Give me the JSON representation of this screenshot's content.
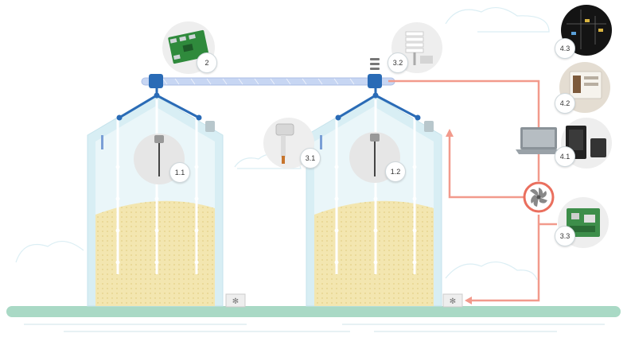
{
  "labels": {
    "l11": "1.1",
    "l12": "1.2",
    "l2": "2",
    "l31": "3.1",
    "l32": "3.2",
    "l33": "3.3",
    "l41": "4.1",
    "l42": "4.2",
    "l43": "4.3"
  },
  "colors": {
    "network": "#2a6bb6",
    "signal": "#f29a8c",
    "grain": "#f3e6b0",
    "silo_wall": "#d8eef4",
    "ground": "#a9d9c5"
  }
}
